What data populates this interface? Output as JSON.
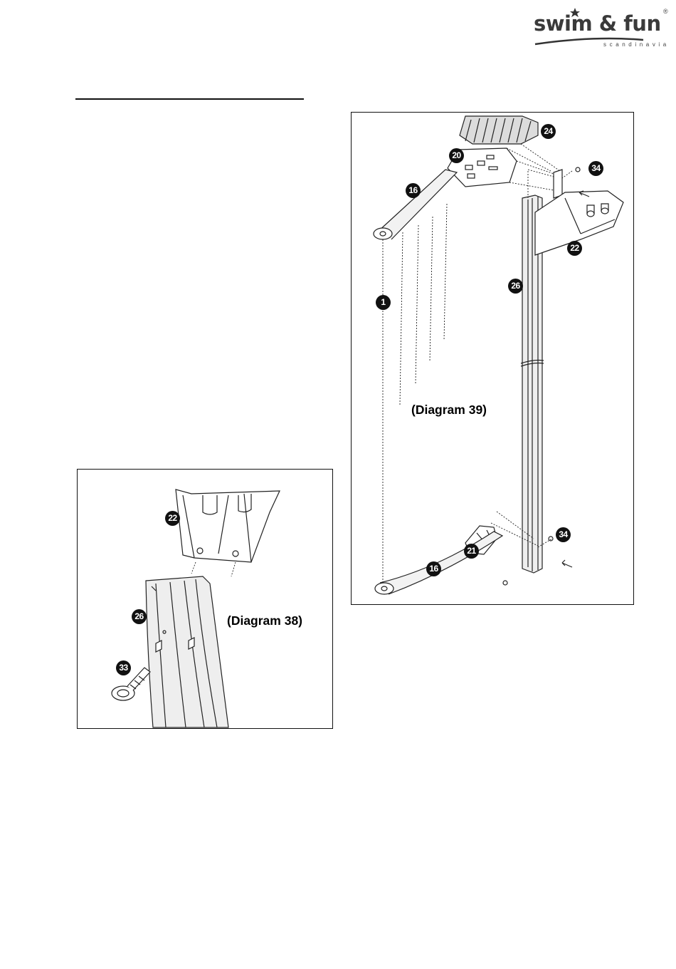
{
  "logo": {
    "text": "swim & fun",
    "sub": "scandinavia",
    "reg": "®"
  },
  "diagram39": {
    "caption": "(Diagram 39)",
    "callouts": {
      "c24": "24",
      "c20": "20",
      "c34a": "34",
      "c16a": "16",
      "c22": "22",
      "c26": "26",
      "c1": "1",
      "c34b": "34",
      "c21": "21",
      "c16b": "16"
    }
  },
  "diagram38": {
    "caption": "(Diagram 38)",
    "callouts": {
      "c22": "22",
      "c26": "26",
      "c33": "33"
    }
  }
}
